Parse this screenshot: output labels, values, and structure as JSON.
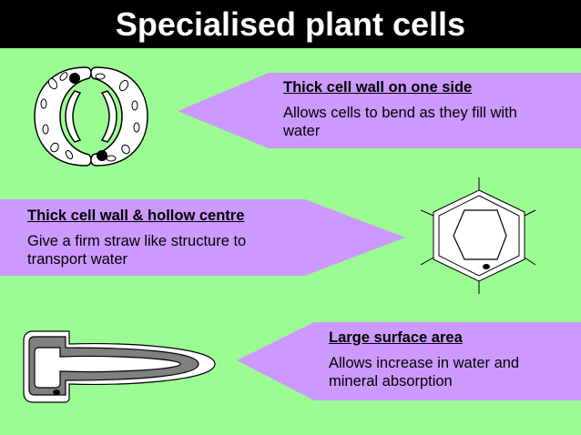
{
  "slide": {
    "title": "Specialised plant cells",
    "background": "#9cfc94",
    "callout_color": "#cc99ff"
  },
  "callouts": [
    {
      "heading": "Thick cell wall on one side",
      "body": "Allows cells to bend as they fill with water"
    },
    {
      "heading": "Thick cell wall & hollow centre",
      "body": "Give a firm straw like structure to transport water"
    },
    {
      "heading": "Large surface area",
      "body": "Allows increase in water and mineral absorption"
    }
  ],
  "illustrations": [
    {
      "name": "guard-cells-diagram"
    },
    {
      "name": "xylem-cell-diagram"
    },
    {
      "name": "root-hair-cell-diagram"
    }
  ]
}
